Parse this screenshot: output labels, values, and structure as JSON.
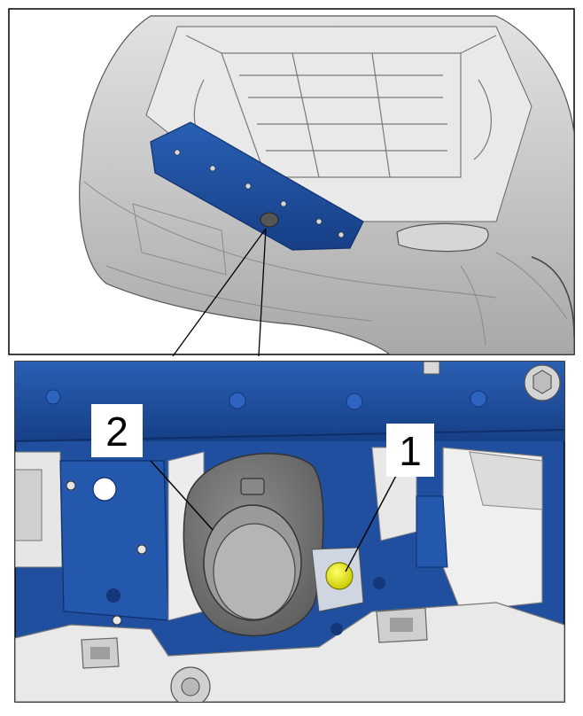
{
  "figure": {
    "callouts": [
      {
        "label": "1",
        "target": "yellow-fastener"
      },
      {
        "label": "2",
        "target": "tow-eye-cover"
      }
    ]
  },
  "colors": {
    "body_paint": "#c9c9c9",
    "body_shadow": "#9a9a9a",
    "crossmember_blue": "#1f4f9e",
    "crossmember_dark": "#0f2f6b",
    "highlight_yellow": "#e6e600",
    "cover_grey": "#7a7a7a",
    "frame_border": "#000000"
  }
}
